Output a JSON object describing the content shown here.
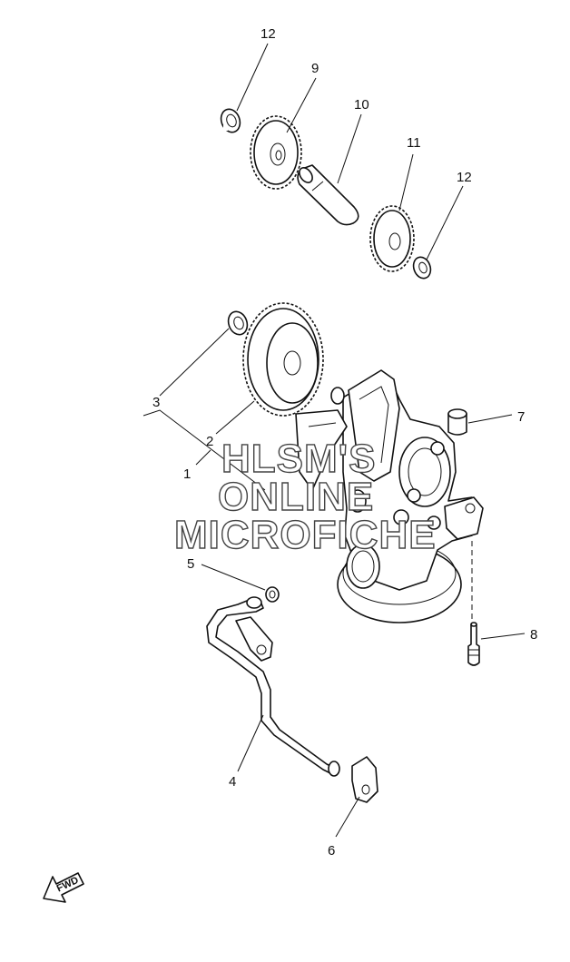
{
  "callouts": [
    {
      "id": "1",
      "label": "1"
    },
    {
      "id": "2",
      "label": "2"
    },
    {
      "id": "3",
      "label": "3"
    },
    {
      "id": "4",
      "label": "4"
    },
    {
      "id": "5",
      "label": "5"
    },
    {
      "id": "6",
      "label": "6"
    },
    {
      "id": "7",
      "label": "7"
    },
    {
      "id": "8",
      "label": "8"
    },
    {
      "id": "9",
      "label": "9"
    },
    {
      "id": "10",
      "label": "10"
    },
    {
      "id": "11",
      "label": "11"
    },
    {
      "id": "12a",
      "label": "12"
    },
    {
      "id": "12b",
      "label": "12"
    }
  ],
  "watermark": {
    "line1": "HLSM'S",
    "line2": "ONLINE",
    "line3": "MICROFICHE"
  },
  "fwd_label": "FWD"
}
